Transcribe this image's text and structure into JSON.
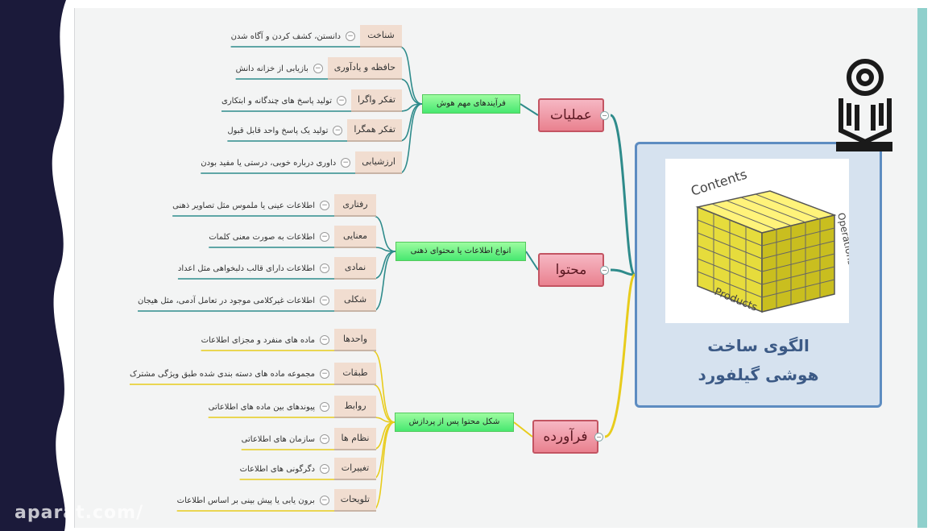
{
  "center": {
    "title_line1": "الگوی ساخت",
    "title_line2": "هوشی گیلفورد"
  },
  "cube": {
    "contents_label": "Contents",
    "operations_label": "Operations",
    "products_label": "Products"
  },
  "branches": [
    {
      "label": "عملیات",
      "sub": "فرآیندهای مهم هوش",
      "color": "#2e8b8b",
      "leaves": [
        {
          "label": "شناخت",
          "desc": "دانستن، کشف کردن و آگاه شدن"
        },
        {
          "label": "حافظه و یادآوری",
          "desc": "بازیابی از خزانه دانش"
        },
        {
          "label": "تفکر واگرا",
          "desc": "تولید پاسخ های چندگانه و ابتکاری"
        },
        {
          "label": "تفکر همگرا",
          "desc": "تولید یک پاسخ واحد قابل قبول"
        },
        {
          "label": "ارزشیابی",
          "desc": "داوری درباره خوبی، درستی یا مفید بودن"
        }
      ]
    },
    {
      "label": "محتوا",
      "sub": "انواع اطلاعات یا محتوای ذهنی",
      "color": "#2e8b8b",
      "leaves": [
        {
          "label": "رفتاری",
          "desc": "اطلاعات عینی یا ملموس مثل تصاویر ذهنی"
        },
        {
          "label": "معنایی",
          "desc": "اطلاعات به صورت معنی کلمات"
        },
        {
          "label": "نمادی",
          "desc": "اطلاعات دارای قالب دلبخواهی مثل اعداد"
        },
        {
          "label": "شکلی",
          "desc": "اطلاعات غیرکلامی موجود در تعامل آدمی، مثل هیجان"
        }
      ]
    },
    {
      "label": "فرآورده",
      "sub": "شکل محتوا پس از پردازش",
      "color": "#e8cc1c",
      "leaves": [
        {
          "label": "واحدها",
          "desc": "ماده های منفرد و مجزای اطلاعات"
        },
        {
          "label": "طبقات",
          "desc": "مجموعه ماده های دسته بندی شده طبق ویژگی مشترک"
        },
        {
          "label": "روابط",
          "desc": "پیوندهای بین ماده های اطلاعاتی"
        },
        {
          "label": "نظام ها",
          "desc": "سازمان های اطلاعاتی"
        },
        {
          "label": "تغییرات",
          "desc": "دگرگونی های اطلاعات"
        },
        {
          "label": "تلویحات",
          "desc": "برون یابی یا پیش بینی بر اساس اطلاعات"
        }
      ]
    }
  ],
  "watermark": "aparat.com/"
}
